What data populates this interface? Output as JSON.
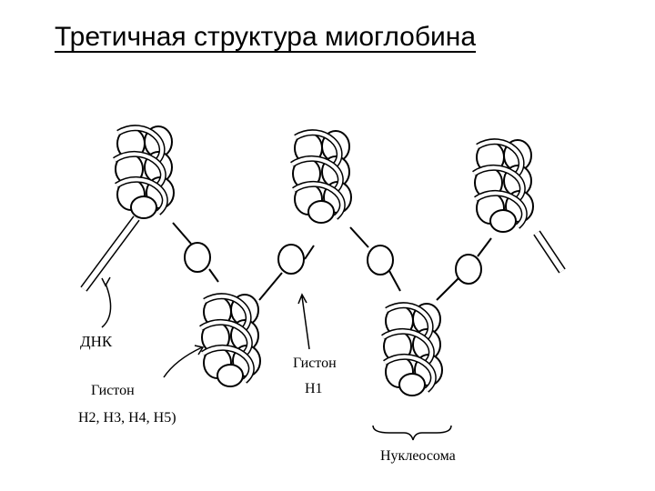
{
  "slide": {
    "title": "Третичная структура миоглобина"
  },
  "labels": {
    "dna": "ДНК",
    "histone": "Гистон",
    "histone_types": "H2, H3, H4, H5)",
    "histone_h1_line1": "Гистон",
    "histone_h1_line2": "H1",
    "nucleosome": "Нуклеосома"
  },
  "colors": {
    "ink": "#000000",
    "fill": "#ffffff"
  }
}
